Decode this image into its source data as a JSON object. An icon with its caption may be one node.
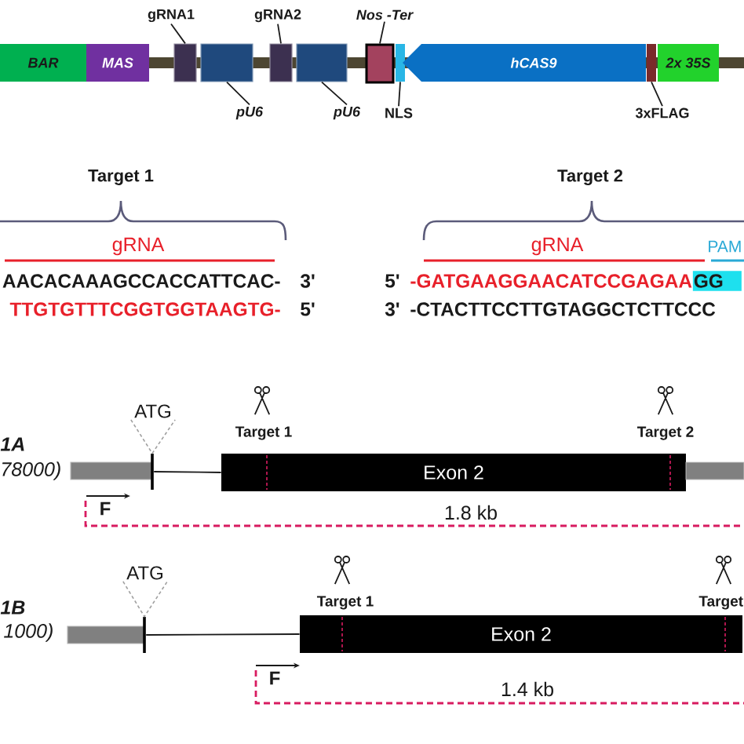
{
  "diagram": {
    "nodes": [
      {
        "text": [
          "gRNA1"
        ]
      },
      {
        "text": [
          "gRNA2"
        ]
      },
      {
        "text": [
          "Nos -Ter"
        ]
      },
      {
        "text": [
          "BAR"
        ]
      },
      {
        "text": [
          "MAS"
        ]
      },
      {
        "text": [],
        "shape": "box"
      },
      {
        "text": [],
        "shape": "box"
      },
      {
        "text": [],
        "shape": "box"
      },
      {
        "text": [],
        "shape": "box"
      },
      {
        "text": [],
        "shape": "box"
      },
      {
        "text": [],
        "shape": "bar"
      },
      {
        "text": [
          "hCAS9"
        ]
      },
      {
        "text": [],
        "shape": "bar"
      },
      {
        "text": [
          "2x 35S"
        ]
      },
      {
        "text": [
          "pU6"
        ]
      },
      {
        "text": [
          "pU6"
        ]
      },
      {
        "text": [
          "NLS"
        ]
      },
      {
        "text": [
          "3xFLAG"
        ]
      },
      {
        "text": [
          "ATG"
        ]
      },
      {
        "text": [],
        "shape": "box"
      },
      {
        "text": [],
        "shape": "bar"
      },
      {
        "text": [
          "Exon 2"
        ]
      },
      {
        "text": [],
        "shape": "box"
      },
      {
        "text": [
          "ATG"
        ]
      },
      {
        "text": [],
        "shape": "box"
      },
      {
        "text": [],
        "shape": "bar"
      },
      {
        "text": [
          "Exon 2"
        ]
      }
    ],
    "edges": [
      {
        "from": 0,
        "to": 5,
        "arrow": "none"
      },
      {
        "from": 1,
        "to": 7,
        "arrow": "none"
      },
      {
        "from": 2,
        "to": 9,
        "arrow": "none"
      },
      {
        "from": 14,
        "to": 6,
        "arrow": "none"
      },
      {
        "from": 15,
        "to": 8,
        "arrow": "none"
      },
      {
        "from": 16,
        "to": 10,
        "arrow": "none"
      },
      {
        "from": 17,
        "to": 12,
        "arrow": "none"
      },
      {
        "from": 18,
        "to": 20,
        "arrow": "none",
        "style": "dashed",
        "color": "#a0a0a0"
      },
      {
        "from": 20,
        "to": 21,
        "arrow": "none"
      },
      {
        "from": 23,
        "to": 25,
        "arrow": "none",
        "style": "dashed",
        "color": "#a0a0a0"
      },
      {
        "from": 25,
        "to": 26,
        "arrow": "none"
      }
    ],
    "labels": [
      "Target 1",
      "Target 2",
      "gRNA",
      "gRNA",
      "PAM",
      "AACACAAAGCCACCATTCAC-",
      "3'",
      "5'",
      "-GATGAAGGAACATCCGAGAA",
      "GG",
      "TTGTGTTTCGGTGGTAAGTG-",
      "5'",
      "3'",
      "-CTACTTCCTTGTAGGCTCTTCCC",
      "1A",
      "Target 1",
      "Target 2",
      "78000)",
      "F",
      "1.8 kb",
      "1B",
      "Target 1",
      "Target",
      "1000)",
      "F",
      "1.4 kb"
    ]
  }
}
